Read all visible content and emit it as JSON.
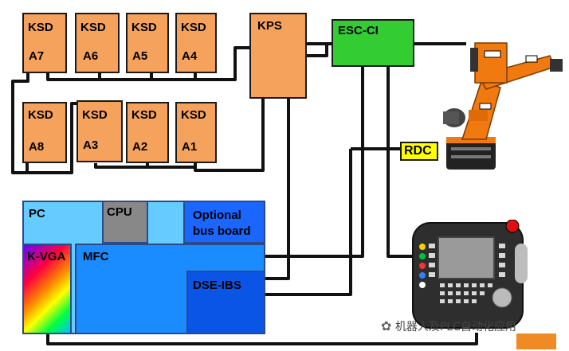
{
  "ksd_label": "KSD",
  "axes_top": [
    "A7",
    "A6",
    "A5",
    "A4"
  ],
  "axes_bottom": [
    "A8",
    "A3",
    "A2",
    "A1"
  ],
  "kps": "KPS",
  "escci": "ESC-CI",
  "rdc": "RDC",
  "pc": "PC",
  "cpu": "CPU",
  "optional_line1": "Optional",
  "optional_line2": "bus board",
  "kvga": "K-VGA",
  "mfc": "MFC",
  "dseibs": "DSE-IBS",
  "watermark": "机器人及PLC自动化应用",
  "colors": {
    "ksd": "#f5a25d",
    "kps": "#f5a25d",
    "escci": "#33cc33",
    "rdc": "#ffff00",
    "pc": "#66ccff",
    "cpu": "#888888",
    "optional": "#1a66ff",
    "mfc": "#1a8cff",
    "dseibs": "#0a55e6",
    "robot": "#f07a10"
  }
}
